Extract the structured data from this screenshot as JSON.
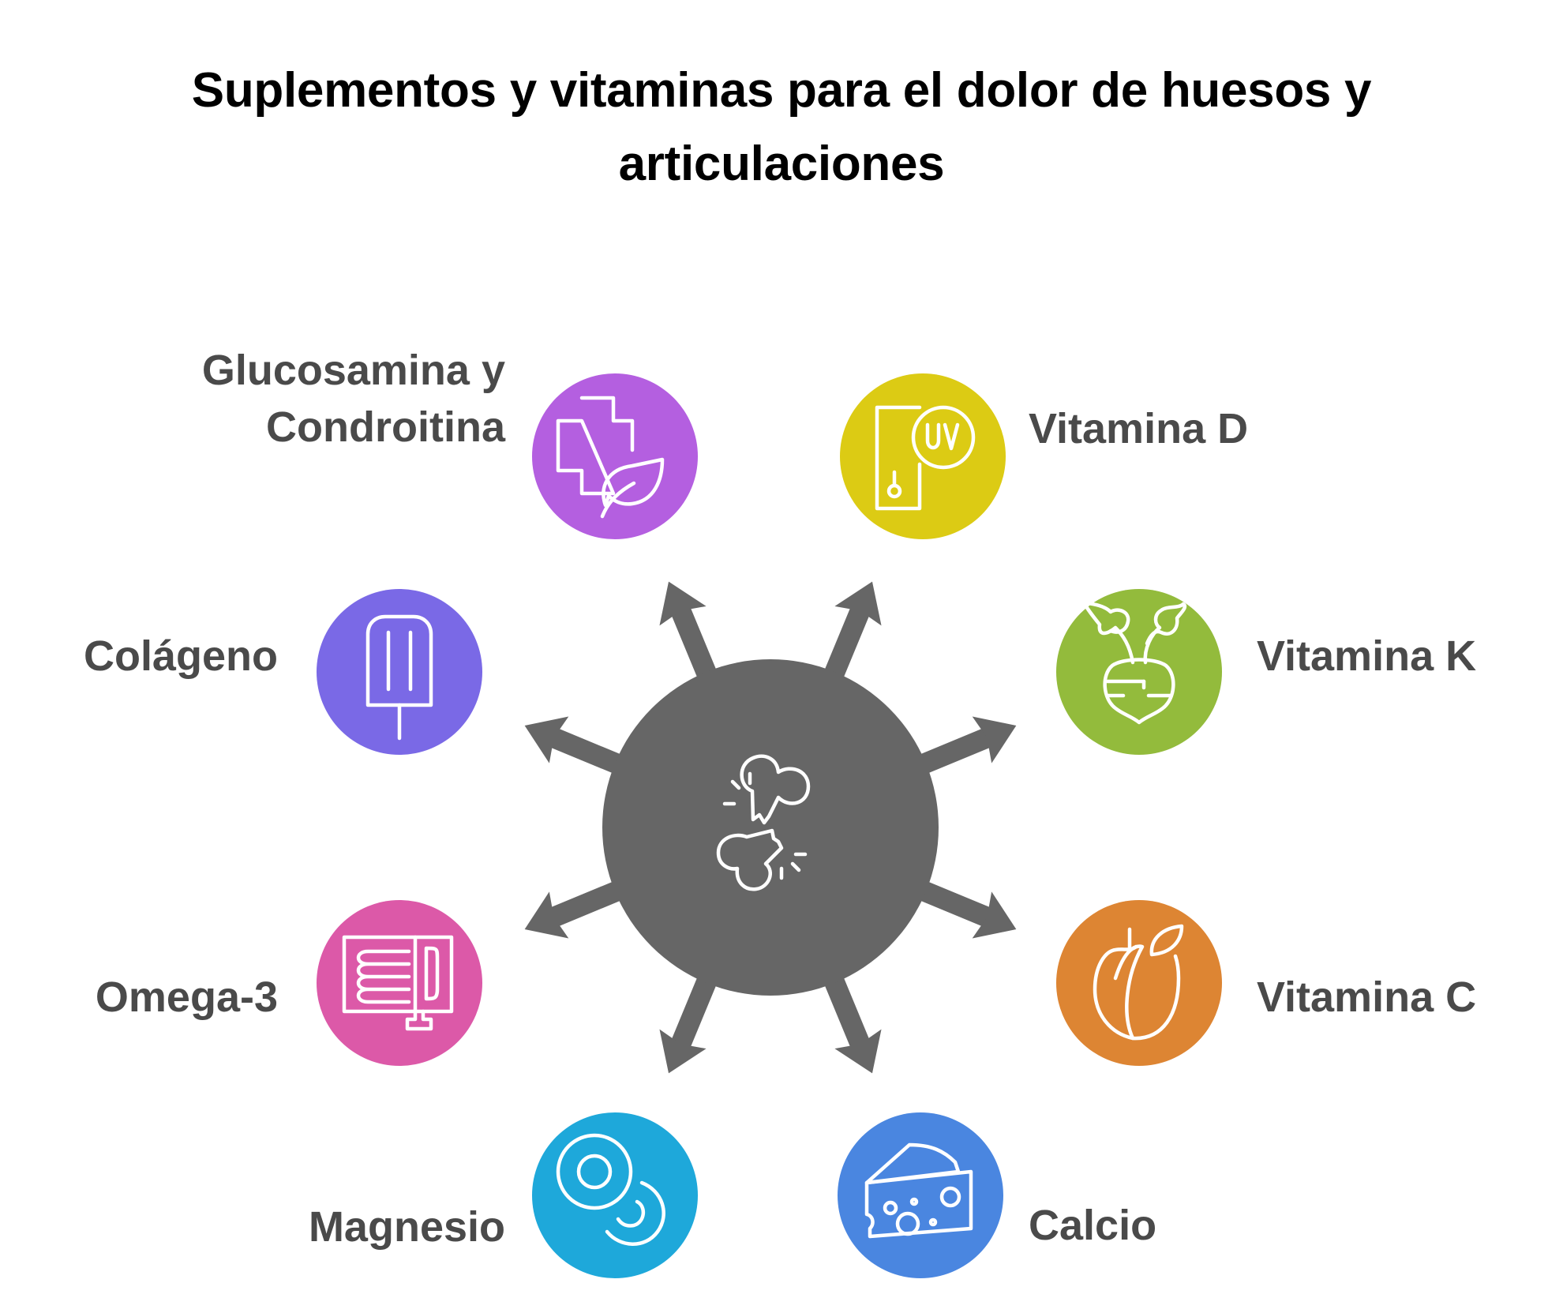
{
  "title": "Suplementos y vitaminas para el dolor de huesos y articulaciones",
  "center": {
    "icon": "broken-bone-icon",
    "color": "#666666"
  },
  "items": [
    {
      "label_lines": [
        "Glucosamina y",
        "Condroitina"
      ],
      "icon": "medical-cross-leaf-icon",
      "color": "#b45fe0"
    },
    {
      "label": "Vitamina D",
      "icon": "uv-phone-icon",
      "color": "#dccb14"
    },
    {
      "label": "Colágeno",
      "icon": "popsicle-icon",
      "color": "#7a69e6"
    },
    {
      "label": "Vitamina K",
      "icon": "turnip-icon",
      "color": "#93bb3c"
    },
    {
      "label": "Omega-3",
      "icon": "fish-tin-icon",
      "color": "#dc59a8"
    },
    {
      "label": "Vitamina C",
      "icon": "apricot-icon",
      "color": "#dd8533"
    },
    {
      "label": "Magnesio",
      "icon": "magnesium-discs-icon",
      "color": "#1ea8da"
    },
    {
      "label": "Calcio",
      "icon": "cheese-icon",
      "color": "#4a86e0"
    }
  ]
}
